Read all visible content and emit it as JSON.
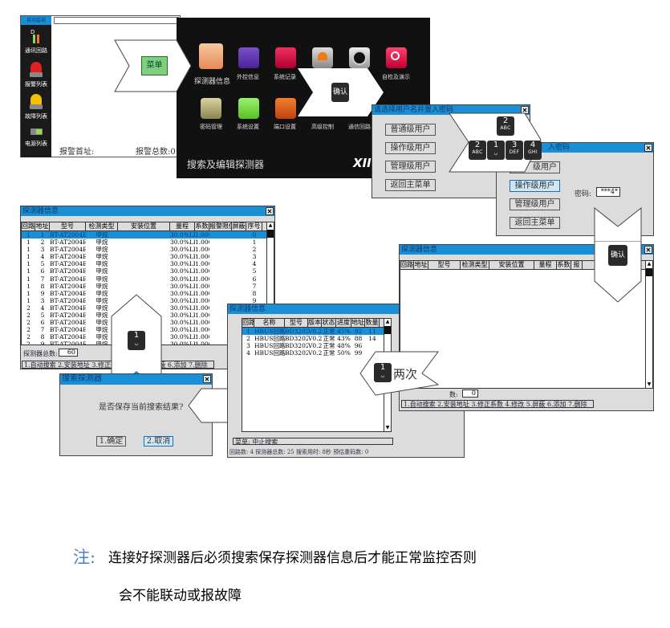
{
  "main_screen": {
    "sidebar": {
      "top_label": "自动监视",
      "items": [
        {
          "label": "通讯回路",
          "icon": "comm-loop-icon"
        },
        {
          "label": "报警列表",
          "icon": "red-alarm-light-icon"
        },
        {
          "label": "故障列表",
          "icon": "yellow-fault-light-icon"
        },
        {
          "label": "电源列表",
          "icon": "battery-icon"
        }
      ]
    },
    "status": {
      "alarm_first_addr": "报警首址:",
      "alarm_total": "报警总数:0"
    },
    "menu_arrow_label": "菜单"
  },
  "menu_panel": {
    "items_row1": [
      {
        "label": "探测器信息",
        "icon": "detector-icon"
      },
      {
        "label": "外控信息",
        "icon": "external-control-icon"
      },
      {
        "label": "系统记录",
        "icon": "system-record-icon"
      },
      {
        "label": "",
        "icon": "alarm-beacon-icon"
      },
      {
        "label": "",
        "icon": "clock-icon"
      },
      {
        "label": "自检及演示",
        "icon": "self-test-search-icon"
      }
    ],
    "items_row2": [
      {
        "label": "密码管理",
        "icon": "key-icon"
      },
      {
        "label": "系统设置",
        "icon": "monitor-settings-icon"
      },
      {
        "label": "端口设置",
        "icon": "port-icon"
      },
      {
        "label": "高级控制",
        "icon": ""
      },
      {
        "label": "通信回路",
        "icon": ""
      }
    ],
    "caption": "搜索及编辑探测器",
    "logo": "XII",
    "confirm_arrow_label": "确认"
  },
  "login_dialog": {
    "title": "请选择用户名并置入密码",
    "buttons": [
      "普通级用户",
      "操作级用户",
      "管理级用户",
      "返回主菜单"
    ]
  },
  "keypad": {
    "top_key": {
      "num": "2",
      "sub": "ABC"
    },
    "keys": [
      {
        "num": "2",
        "sub": "ABC"
      },
      {
        "num": "1",
        "sub": "␣"
      },
      {
        "num": "3",
        "sub": "DEF"
      },
      {
        "num": "4",
        "sub": "GHI"
      }
    ]
  },
  "password_dialog": {
    "title": "入密码",
    "buttons": [
      "级用户",
      "操作级用户",
      "管理级用户",
      "返回主菜单"
    ],
    "password_label": "密码:",
    "password_value": "***4*"
  },
  "detector_list_window": {
    "title": "探测器信息",
    "columns": [
      "回路",
      "地址",
      "型号",
      "检测类型",
      "安装位置",
      "量程",
      "系数",
      "报警限值",
      "屏蔽",
      "序号"
    ],
    "rows": [
      [
        "1",
        "1",
        "BT-AT2004B II",
        "甲烷",
        "",
        "30.0%LEL",
        "1.000",
        "",
        "",
        "0"
      ],
      [
        "1",
        "2",
        "BT-AT2004B II",
        "甲烷",
        "",
        "30.0%LEL",
        "1.000",
        "",
        "",
        "1"
      ],
      [
        "1",
        "3",
        "BT-AT2004B II",
        "甲烷",
        "",
        "30.0%LEL",
        "1.000",
        "",
        "",
        "2"
      ],
      [
        "1",
        "4",
        "BT-AT2004B II",
        "甲烷",
        "",
        "30.0%LEL",
        "1.000",
        "",
        "",
        "3"
      ],
      [
        "1",
        "5",
        "BT-AT2004B II",
        "甲烷",
        "",
        "30.0%LEL",
        "1.000",
        "",
        "",
        "4"
      ],
      [
        "1",
        "6",
        "BT-AT2004B II",
        "甲烷",
        "",
        "30.0%LEL",
        "1.000",
        "",
        "",
        "5"
      ],
      [
        "1",
        "7",
        "BT-AT2004B II",
        "甲烷",
        "",
        "30.0%LEL",
        "1.000",
        "",
        "",
        "6"
      ],
      [
        "1",
        "8",
        "BT-AT2004B II",
        "甲烷",
        "",
        "30.0%LEL",
        "1.000",
        "",
        "",
        "7"
      ],
      [
        "1",
        "9",
        "BT-AT2004B II",
        "甲烷",
        "",
        "30.0%LEL",
        "1.000",
        "",
        "",
        "8"
      ],
      [
        "1",
        "3",
        "BT-AT2004B II",
        "甲烷",
        "",
        "30.0%LEL",
        "1.000",
        "",
        "",
        "9"
      ],
      [
        "2",
        "4",
        "BT-AT2004B II",
        "甲烷",
        "",
        "30.0%LEL",
        "1.000",
        "",
        "",
        ""
      ],
      [
        "2",
        "5",
        "BT-AT2004B II",
        "甲烷",
        "",
        "30.0%LEL",
        "1.000",
        "",
        "",
        ""
      ],
      [
        "2",
        "6",
        "BT-AT2004B II",
        "甲烷",
        "",
        "30.0%LEL",
        "1.000",
        "",
        "",
        ""
      ],
      [
        "2",
        "7",
        "BT-AT2004B II",
        "甲烷",
        "",
        "30.0%LEL",
        "1.000",
        "",
        "",
        ""
      ],
      [
        "2",
        "8",
        "BT-AT2004B II",
        "甲烷",
        "",
        "30.0%LEL",
        "1.000",
        "",
        "",
        ""
      ],
      [
        "2",
        "9",
        "BT-AT2004B II",
        "甲烷",
        "",
        "30.0%LEL",
        "1.000",
        "",
        "",
        ""
      ]
    ],
    "total_label": "探测器总数:",
    "total_value": "60",
    "command_bar": "1.自动搜索 2.安装地址 3.修正系数 4.修改 5.屏蔽 6.添加 7.删除"
  },
  "key1_arrow": {
    "num": "1",
    "sub": "␣"
  },
  "save_dialog": {
    "title": "搜索探测器",
    "question": "是否保存当前搜索结果?",
    "confirm": "1.确定",
    "cancel": "2.取消"
  },
  "search_window": {
    "title": "探测器信息",
    "columns": [
      "回路",
      "名称",
      "型号",
      "版本",
      "状态",
      "进度",
      "地址",
      "数量"
    ],
    "rows": [
      [
        "1",
        "HBUS回路板",
        "BD3202",
        "V0.21",
        "正常",
        "45%",
        "92",
        "11"
      ],
      [
        "2",
        "HBUS回路板",
        "BD3202",
        "V0.21",
        "正常",
        "43%",
        "88",
        "14"
      ],
      [
        "3",
        "HBUS回路板",
        "BD3202",
        "V0.21",
        "正常",
        "48%",
        "96",
        ""
      ],
      [
        "4",
        "HBUS回路板",
        "BD3202",
        "V0.21",
        "正常",
        "50%",
        "99",
        ""
      ]
    ],
    "menu_status": "菜单: 中止搜索",
    "summary": "回路数: 4   探测器总数: 25   搜索用时: 8秒   预估重码数: 0"
  },
  "twice_arrow": {
    "num": "1",
    "sub": "␣",
    "label": "两次"
  },
  "empty_detector_window": {
    "title": "探测器信息",
    "columns": [
      "回路",
      "地址",
      "型号",
      "检测类型",
      "安装位置",
      "量程",
      "系数",
      "报"
    ],
    "total_label": "数:",
    "total_value": "0",
    "command_bar": "1.自动搜索 2.安装地址 3.修正系数 4.修改 5.屏蔽 6.添加 7.删除",
    "confirm_arrow_label": "确认"
  },
  "note": {
    "prefix": "注:",
    "line1": "连接好探测器后必须搜索保存探测器信息后才能正常监控否则",
    "line2": "会不能联动或报故障"
  },
  "colors": {
    "titlebar": "#1a8fd6",
    "window_bg": "#dcdcdc",
    "note_prefix": "#4a7fc1",
    "menu_button": "#7ed07e"
  }
}
